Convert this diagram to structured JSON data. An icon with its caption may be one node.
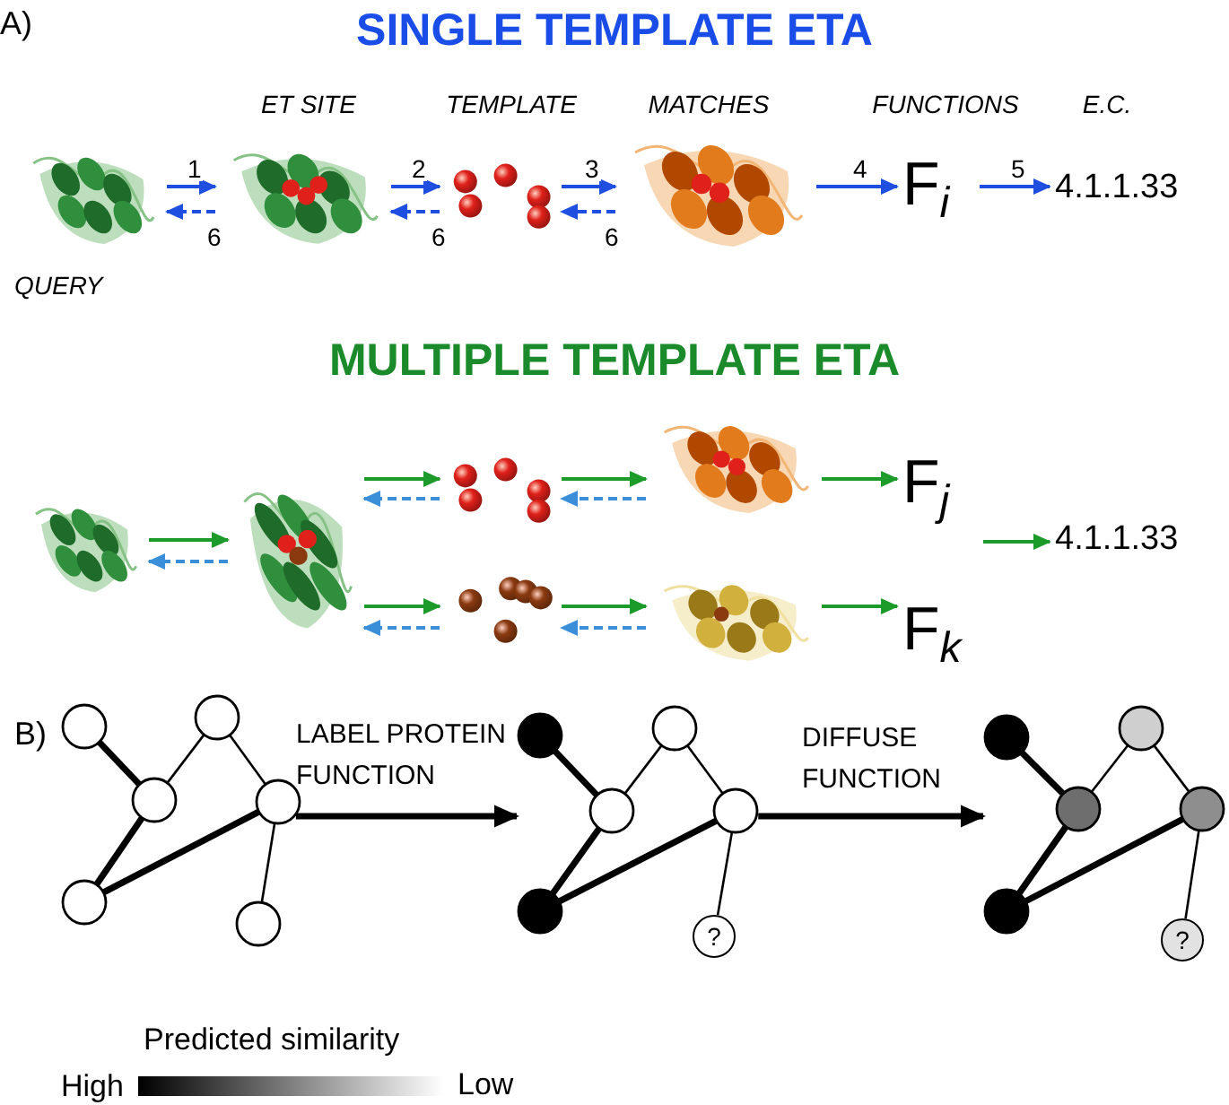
{
  "diagram": {
    "nodes": [
      {
        "text": [],
        "shape": "picture",
        "beside": [
          "QUERY"
        ]
      },
      {
        "text": [],
        "shape": "picture",
        "beside": [
          "ET SITE"
        ]
      },
      {
        "text": [],
        "shape": "picture",
        "beside": [
          "TEMPLATE"
        ]
      },
      {
        "text": [],
        "shape": "picture",
        "beside": [
          "MATCHES"
        ]
      },
      {
        "text": [
          "F$_{i}$"
        ],
        "beside": [
          "FUNCTIONS"
        ]
      },
      {
        "text": [
          "4.1.1.33"
        ],
        "beside": [
          "E.C."
        ]
      },
      {
        "text": [],
        "shape": "picture"
      },
      {
        "text": [],
        "shape": "picture"
      },
      {
        "text": [],
        "shape": "picture"
      },
      {
        "text": [],
        "shape": "picture"
      },
      {
        "text": [
          "F$_{j}$"
        ]
      },
      {
        "text": [
          "4.1.1.33"
        ]
      },
      {
        "text": [],
        "shape": "picture"
      },
      {
        "text": [],
        "shape": "picture"
      },
      {
        "text": [
          "F$_{k}$"
        ]
      },
      {
        "text": [],
        "shape": "circle"
      },
      {
        "text": [],
        "shape": "circle"
      },
      {
        "text": [],
        "shape": "circle"
      },
      {
        "text": [],
        "shape": "circle"
      },
      {
        "text": [],
        "shape": "circle"
      },
      {
        "text": [],
        "shape": "circle"
      },
      {
        "text": [],
        "shape": "circle"
      },
      {
        "text": [],
        "shape": "circle"
      },
      {
        "text": [],
        "shape": "circle"
      },
      {
        "text": [],
        "shape": "circle"
      },
      {
        "text": [],
        "shape": "circle"
      },
      {
        "text": [
          "?"
        ]
      },
      {
        "text": [],
        "shape": "circle"
      },
      {
        "text": [],
        "shape": "circle"
      },
      {
        "text": [],
        "shape": "circle"
      },
      {
        "text": [],
        "shape": "circle"
      },
      {
        "text": [],
        "shape": "circle"
      },
      {
        "text": [
          "?"
        ]
      }
    ],
    "edges": [
      {
        "from": 0,
        "to": 1,
        "arrow": "to",
        "label": "1",
        "color": "#1f4fe0"
      },
      {
        "from": 1,
        "to": 0,
        "arrow": "to",
        "label": "6",
        "style": "dashed",
        "color": "#1f4fe0"
      },
      {
        "from": 1,
        "to": 2,
        "arrow": "to",
        "label": "2",
        "color": "#1f4fe0"
      },
      {
        "from": 2,
        "to": 1,
        "arrow": "to",
        "label": "6",
        "style": "dashed",
        "color": "#1f4fe0"
      },
      {
        "from": 2,
        "to": 3,
        "arrow": "to",
        "label": "3",
        "color": "#1f4fe0"
      },
      {
        "from": 3,
        "to": 2,
        "arrow": "to",
        "label": "6",
        "style": "dashed",
        "color": "#1f4fe0"
      },
      {
        "from": 3,
        "to": 4,
        "arrow": "to",
        "label": "4",
        "color": "#1f4fe0"
      },
      {
        "from": 4,
        "to": 5,
        "arrow": "to",
        "label": "5",
        "color": "#1f4fe0"
      },
      {
        "from": 6,
        "to": 7,
        "arrow": "to",
        "color": "#1c9a2a"
      },
      {
        "from": 7,
        "to": 6,
        "arrow": "to",
        "style": "dashed",
        "color": "#3a8fd8"
      },
      {
        "from": 7,
        "to": 8,
        "arrow": "to",
        "color": "#1c9a2a"
      },
      {
        "from": 8,
        "to": 7,
        "arrow": "to",
        "style": "dashed",
        "color": "#3a8fd8"
      },
      {
        "from": 8,
        "to": 9,
        "arrow": "to",
        "color": "#1c9a2a"
      },
      {
        "from": 9,
        "to": 8,
        "arrow": "to",
        "style": "dashed",
        "color": "#3a8fd8"
      },
      {
        "from": 9,
        "to": 10,
        "arrow": "to",
        "color": "#1c9a2a"
      },
      {
        "from": 10,
        "to": 11,
        "arrow": "to",
        "color": "#1c9a2a"
      },
      {
        "from": 7,
        "to": 12,
        "arrow": "to",
        "color": "#1c9a2a"
      },
      {
        "from": 12,
        "to": 7,
        "arrow": "to",
        "style": "dashed",
        "color": "#3a8fd8"
      },
      {
        "from": 12,
        "to": 13,
        "arrow": "to",
        "color": "#1c9a2a"
      },
      {
        "from": 13,
        "to": 12,
        "arrow": "to",
        "style": "dashed",
        "color": "#3a8fd8"
      },
      {
        "from": 13,
        "to": 14,
        "arrow": "to",
        "color": "#1c9a2a"
      },
      {
        "from": 15,
        "to": 17,
        "arrow": "none",
        "style": "thick"
      },
      {
        "from": 17,
        "to": 16,
        "arrow": "none"
      },
      {
        "from": 16,
        "to": 18,
        "arrow": "none"
      },
      {
        "from": 17,
        "to": 19,
        "arrow": "none",
        "style": "thick"
      },
      {
        "from": 19,
        "to": 18,
        "arrow": "none",
        "style": "thick"
      },
      {
        "from": 18,
        "to": 20,
        "arrow": "none"
      },
      {
        "from": 21,
        "to": 23,
        "arrow": "none",
        "style": "thick"
      },
      {
        "from": 23,
        "to": 22,
        "arrow": "none"
      },
      {
        "from": 22,
        "to": 24,
        "arrow": "none"
      },
      {
        "from": 23,
        "to": 25,
        "arrow": "none",
        "style": "thick"
      },
      {
        "from": 25,
        "to": 24,
        "arrow": "none",
        "style": "thick"
      },
      {
        "from": 24,
        "to": 26,
        "arrow": "none"
      },
      {
        "from": 27,
        "to": 29,
        "arrow": "none",
        "style": "thick"
      },
      {
        "from": 29,
        "to": 28,
        "arrow": "none"
      },
      {
        "from": 28,
        "to": 30,
        "arrow": "none"
      },
      {
        "from": 29,
        "to": 31,
        "arrow": "none",
        "style": "thick"
      },
      {
        "from": 31,
        "to": 30,
        "arrow": "none",
        "style": "thick"
      },
      {
        "from": 30,
        "to": 32,
        "arrow": "none"
      },
      {
        "from": 18,
        "to": null,
        "arrow": "to",
        "label": "LABEL PROTEIN FUNCTION",
        "style": "thick"
      },
      {
        "from": 24,
        "to": null,
        "arrow": "to",
        "label": "DIFFUSE FUNCTION",
        "style": "thick"
      }
    ],
    "labels": [
      "A)",
      "SINGLE TEMPLATE ETA",
      "MULTIPLE TEMPLATE ETA",
      "B)",
      "Predicted similarity",
      "High",
      "Low"
    ]
  }
}
